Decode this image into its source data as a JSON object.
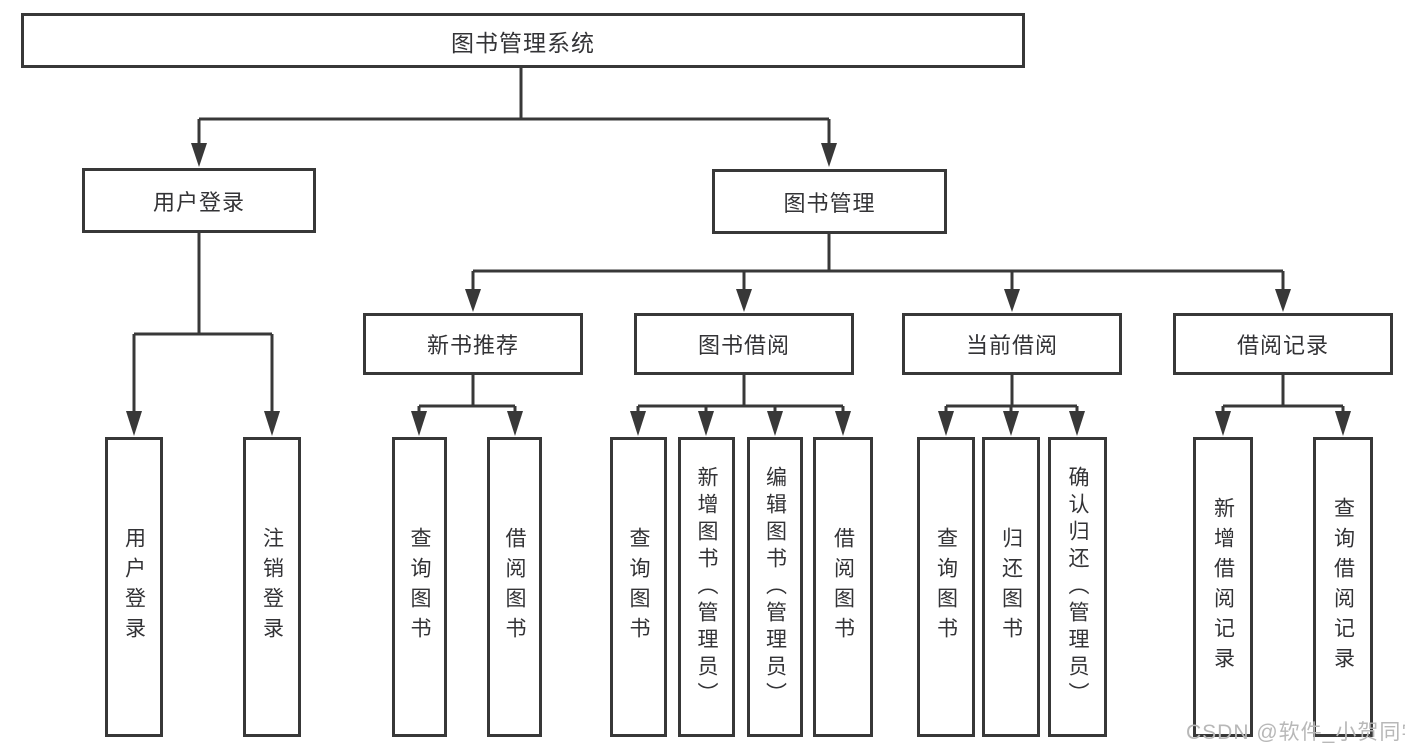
{
  "diagram_title": "图书管理系统",
  "tree": {
    "label": "图书管理系统",
    "children": [
      {
        "label": "用户登录",
        "children": [
          {
            "label": "用户登录"
          },
          {
            "label": "注销登录"
          }
        ]
      },
      {
        "label": "图书管理",
        "children": [
          {
            "label": "新书推荐",
            "children": [
              {
                "label": "查询图书"
              },
              {
                "label": "借阅图书"
              }
            ]
          },
          {
            "label": "图书借阅",
            "children": [
              {
                "label": "查询图书"
              },
              {
                "label": "新增图书（管理员）"
              },
              {
                "label": "编辑图书（管理员）"
              },
              {
                "label": "借阅图书"
              }
            ]
          },
          {
            "label": "当前借阅",
            "children": [
              {
                "label": "查询图书"
              },
              {
                "label": "归还图书"
              },
              {
                "label": "确认归还（管理员）"
              }
            ]
          },
          {
            "label": "借阅记录",
            "children": [
              {
                "label": "新增借阅记录"
              },
              {
                "label": "查询借阅记录"
              }
            ]
          }
        ]
      }
    ]
  },
  "watermark": {
    "text": "CSDN @软件_小贺同学"
  },
  "colors": {
    "line": "#383838",
    "text": "#333336",
    "watermark": "#b8b8b8",
    "background": "#ffffff"
  }
}
